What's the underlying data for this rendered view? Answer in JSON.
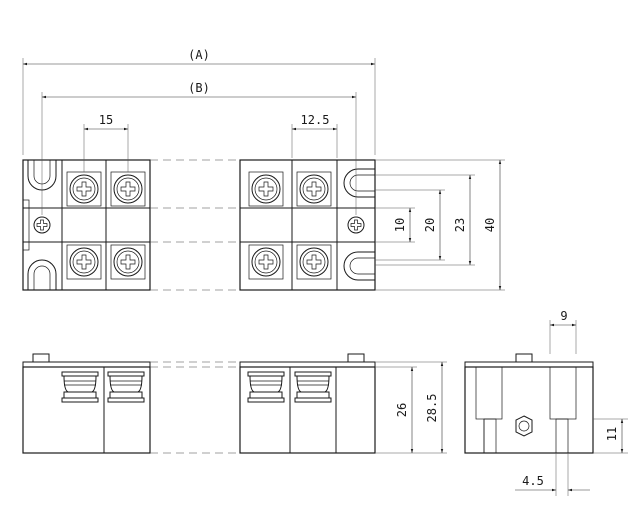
{
  "dimensions": {
    "overall_length": "(A)",
    "mount_length": "(B)",
    "pitch_left": "15",
    "pitch_right": "12.5",
    "h10": "10",
    "h20": "20",
    "h23": "23",
    "h40": "40",
    "h26": "26",
    "h28_5": "28.5",
    "w9": "9",
    "h11": "11",
    "w4_5": "4.5"
  }
}
